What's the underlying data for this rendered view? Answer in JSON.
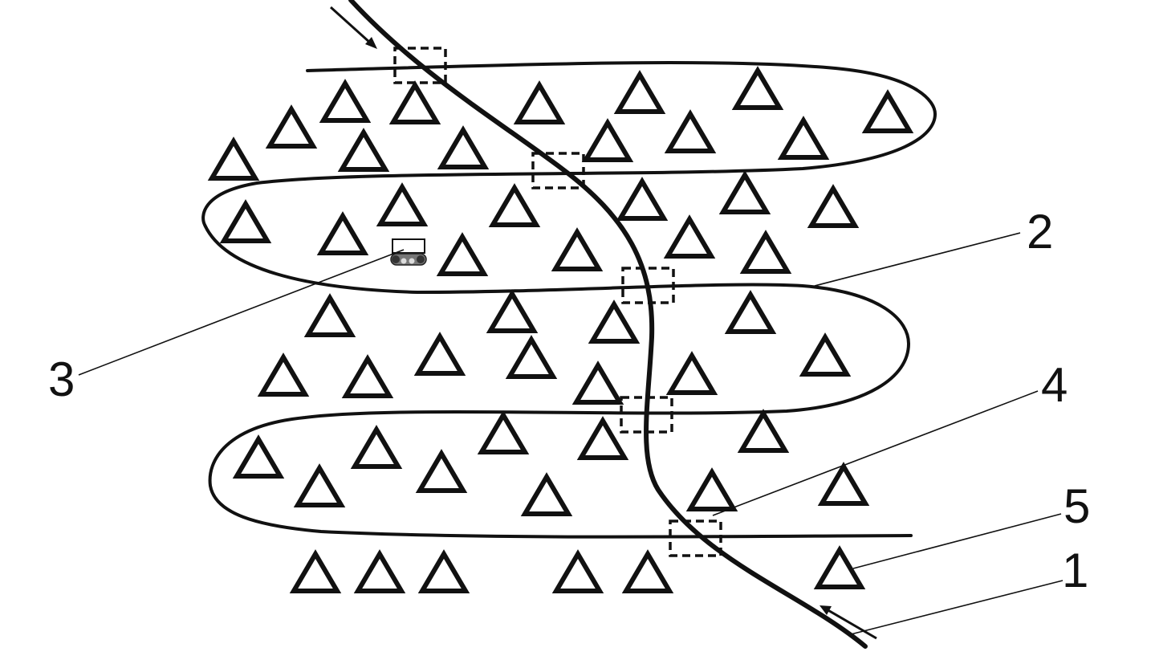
{
  "callouts": {
    "label_1": "1",
    "label_2": "2",
    "label_3": "3",
    "label_4": "4",
    "label_5": "5"
  },
  "colors": {
    "stroke": "#111111",
    "background": "#ffffff"
  },
  "icons": {
    "tree": "triangle-tree-icon",
    "crossing": "dashed-crossing-box",
    "vehicle": "tracked-vehicle-icon",
    "direction": "arrow-icon"
  }
}
